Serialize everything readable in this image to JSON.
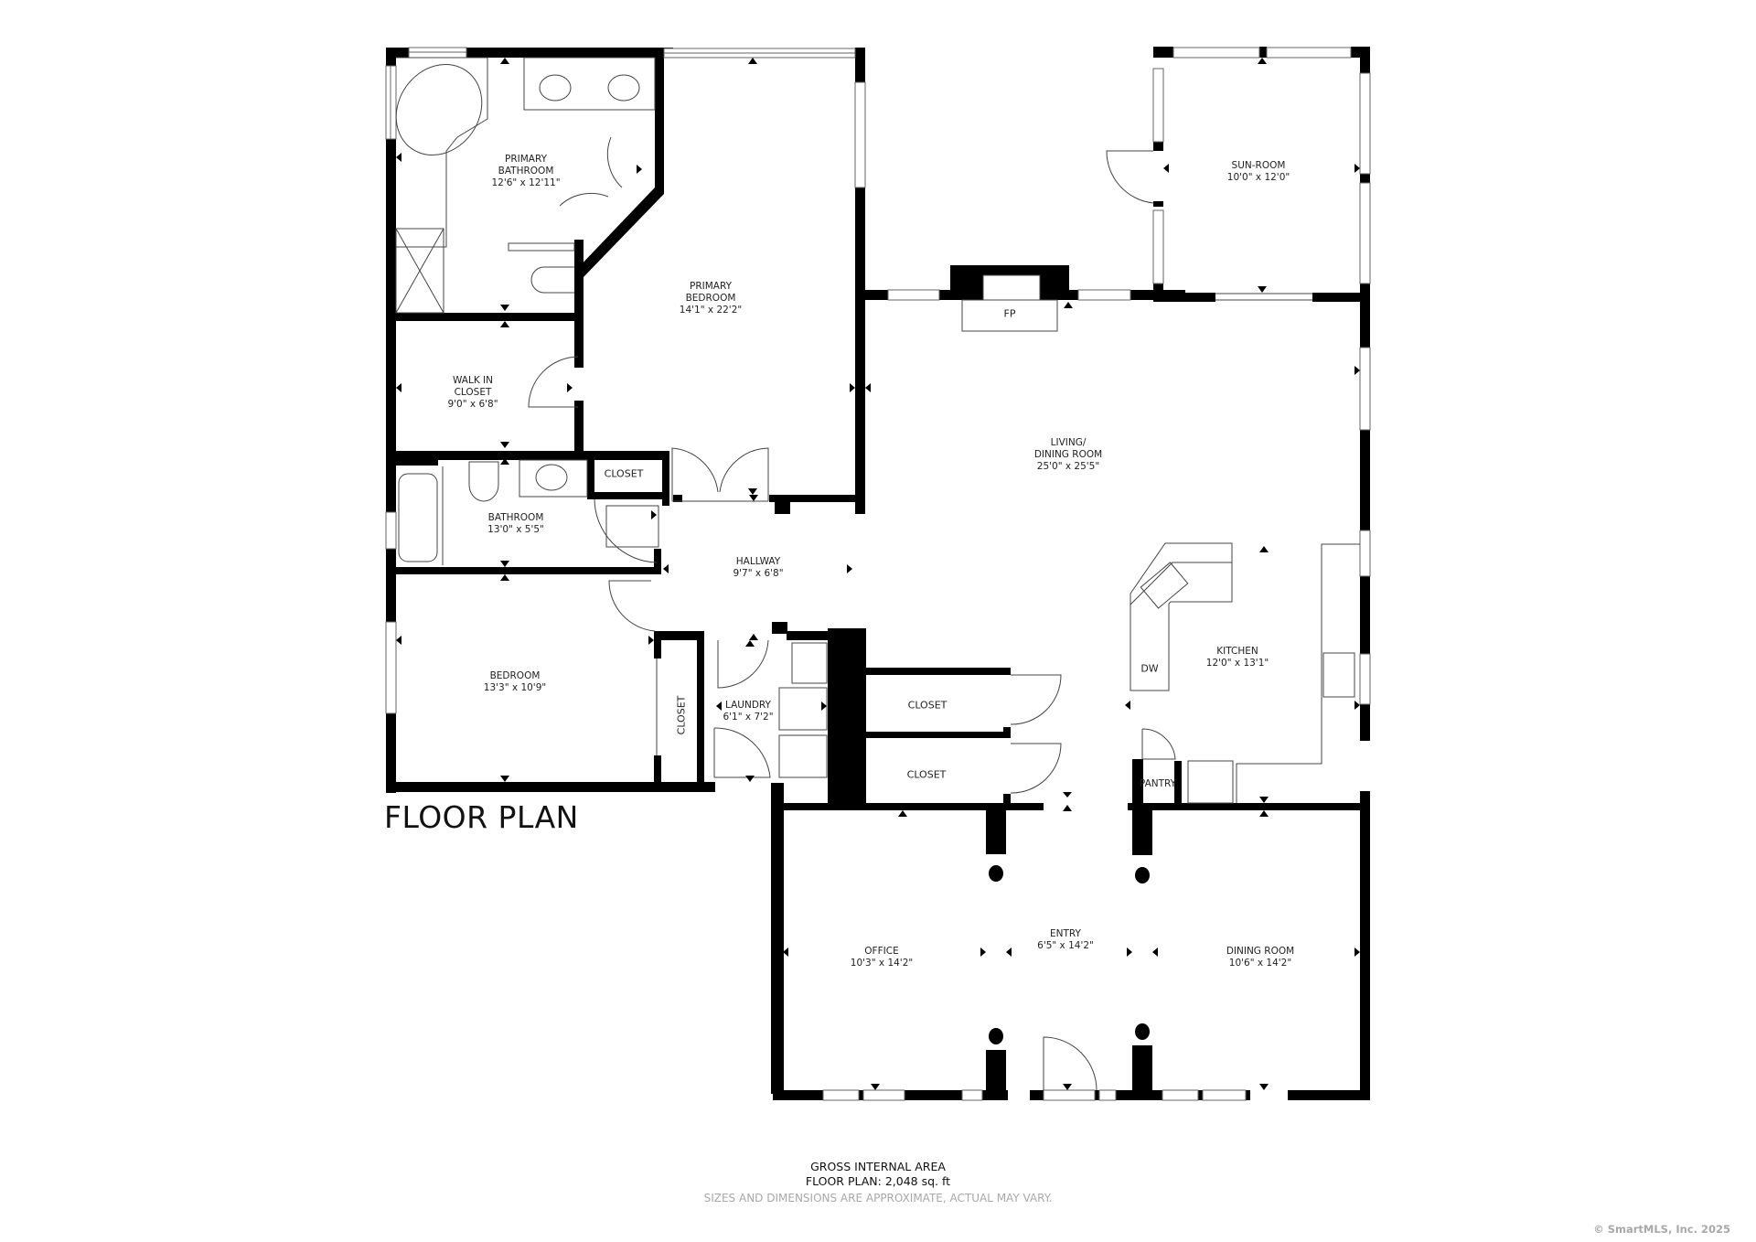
{
  "title": "FLOOR PLAN",
  "rooms": [
    {
      "id": "primary-bathroom",
      "name_line1": "PRIMARY",
      "name_line2": "BATHROOM",
      "dims": "12'6\" x 12'11\""
    },
    {
      "id": "primary-bedroom",
      "name_line1": "PRIMARY",
      "name_line2": "BEDROOM",
      "dims": "14'1\" x 22'2\""
    },
    {
      "id": "sun-room",
      "name_line1": "SUN-ROOM",
      "name_line2": "",
      "dims": "10'0\" x 12'0\""
    },
    {
      "id": "walk-in-closet",
      "name_line1": "WALK IN",
      "name_line2": "CLOSET",
      "dims": "9'0\" x 6'8\""
    },
    {
      "id": "living-dining-room",
      "name_line1": "LIVING/",
      "name_line2": "DINING ROOM",
      "dims": "25'0\" x 25'5\""
    },
    {
      "id": "bathroom",
      "name_line1": "BATHROOM",
      "name_line2": "",
      "dims": "13'0\" x 5'5\""
    },
    {
      "id": "hallway",
      "name_line1": "HALLWAY",
      "name_line2": "",
      "dims": "9'7\" x 6'8\""
    },
    {
      "id": "kitchen",
      "name_line1": "KITCHEN",
      "name_line2": "",
      "dims": "12'0\" x 13'1\""
    },
    {
      "id": "bedroom",
      "name_line1": "BEDROOM",
      "name_line2": "",
      "dims": "13'3\" x 10'9\""
    },
    {
      "id": "laundry",
      "name_line1": "LAUNDRY",
      "name_line2": "",
      "dims": "6'1\" x 7'2\""
    },
    {
      "id": "office",
      "name_line1": "OFFICE",
      "name_line2": "",
      "dims": "10'3\" x 14'2\""
    },
    {
      "id": "entry",
      "name_line1": "ENTRY",
      "name_line2": "",
      "dims": "6'5\" x 14'2\""
    },
    {
      "id": "dining-room",
      "name_line1": "DINING ROOM",
      "name_line2": "",
      "dims": "10'6\" x 14'2\""
    }
  ],
  "labels": {
    "closet_bath": "CLOSET",
    "closet_bedroom": "CLOSET",
    "closet_upper": "CLOSET",
    "closet_lower": "CLOSET",
    "pantry": "PANTRY",
    "fireplace": "FP",
    "dishwasher": "DW"
  },
  "footer": {
    "line1": "GROSS INTERNAL AREA",
    "line2": "FLOOR PLAN: 2,048 sq. ft",
    "disclaimer": "SIZES AND DIMENSIONS ARE APPROXIMATE, ACTUAL MAY VARY."
  },
  "copyright": "© SmartMLS, Inc.  2025",
  "colors": {
    "wall": "#000000",
    "fixture_line": "#555555",
    "disclaimer": "#a8a8a8"
  }
}
